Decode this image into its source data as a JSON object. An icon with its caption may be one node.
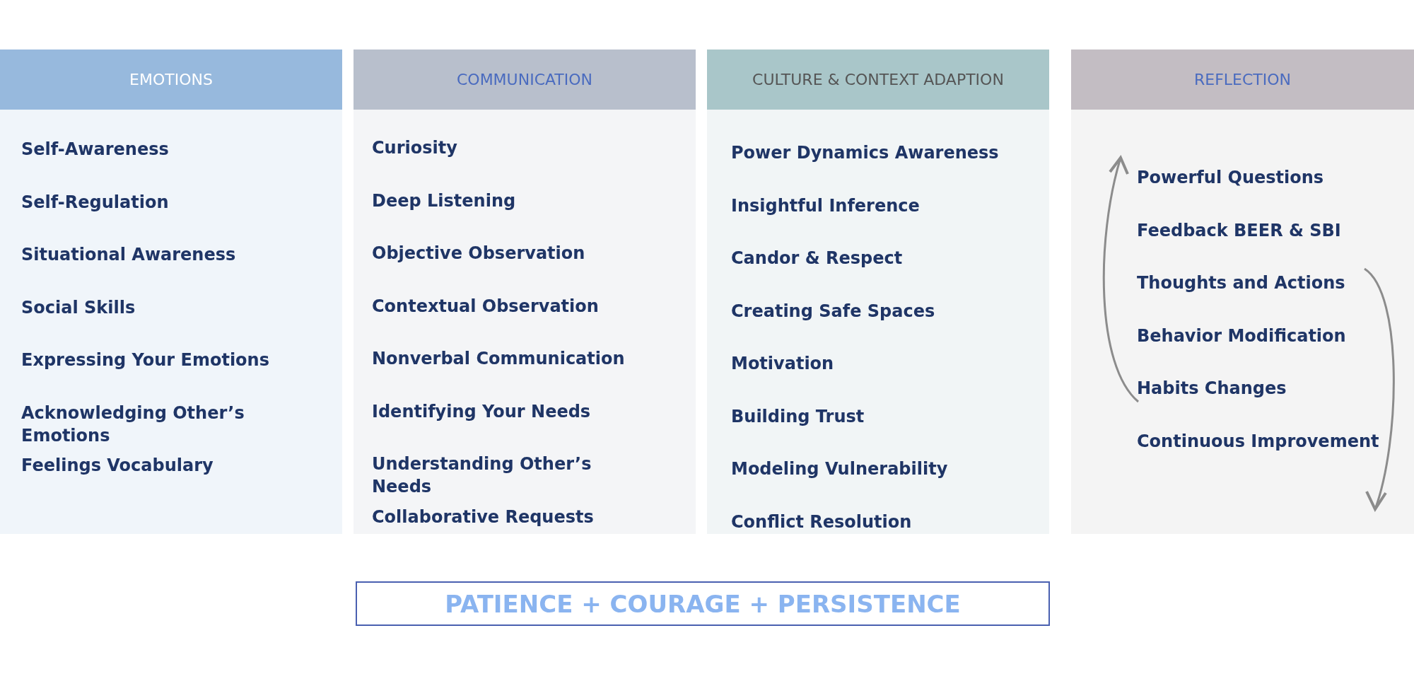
{
  "diagram": {
    "nodes": [
      {
        "text": [
          "EMOTIONS",
          "Self-Awareness",
          "Self-Regulation",
          "Situational Awareness",
          "Social Skills",
          "Expressing Your Emotions",
          "Acknowledging Other’s Emotions",
          "Feelings Vocabulary"
        ]
      },
      {
        "text": [
          "COMMUNICATION",
          "Curiosity",
          "Deep Listening",
          "Objective Observation",
          "Contextual Observation",
          "Nonverbal Communication",
          "Identifying Your Needs",
          "Understanding Other’s Needs",
          "Collaborative Requests"
        ]
      },
      {
        "text": [
          "CULTURE & CONTEXT ADAPTION",
          "Power Dynamics Awareness",
          "Insightful Inference",
          "Candor & Respect",
          "Creating Safe Spaces",
          "Motivation",
          "Building Trust",
          "Modeling Vulnerability",
          "Conflict Resolution"
        ]
      },
      {
        "text": [
          "REFLECTION",
          "Powerful Questions",
          "Feedback BEER & SBI",
          "Thoughts and Actions",
          "Behavior Modification",
          "Habits Changes",
          "Continuous Improvement"
        ]
      },
      {
        "text": [
          "PATIENCE + COURAGE + PERSISTENCE"
        ]
      }
    ],
    "edges": []
  }
}
